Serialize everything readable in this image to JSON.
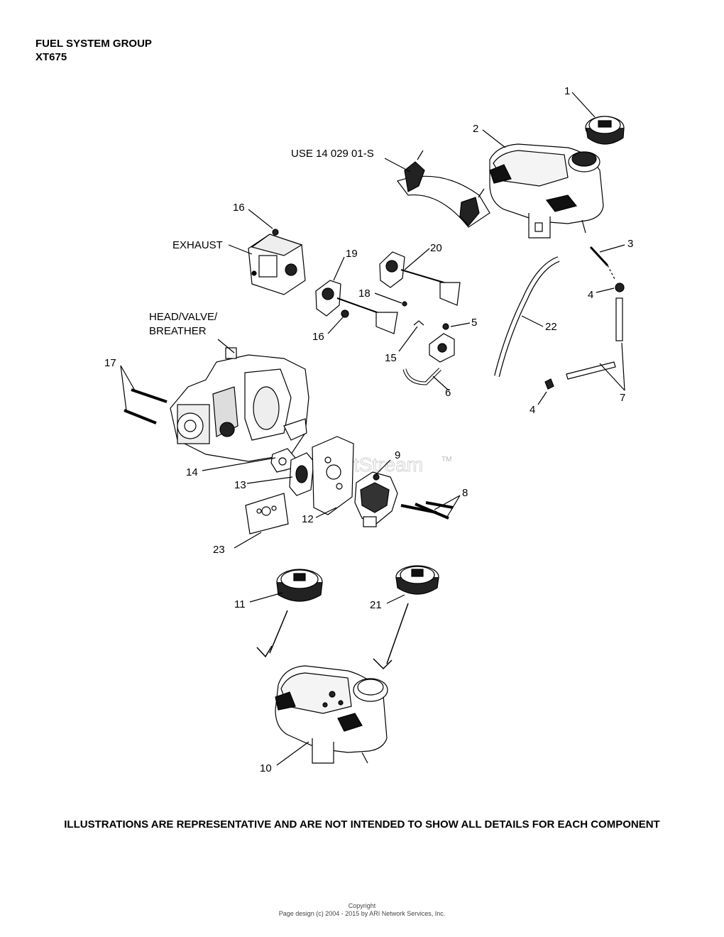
{
  "header": {
    "title": "FUEL SYSTEM GROUP",
    "model": "XT675"
  },
  "callouts": {
    "c1": "1",
    "c2": "2",
    "c3": "3",
    "c4a": "4",
    "c4b": "4",
    "c5": "5",
    "c6": "6",
    "c7": "7",
    "c8": "8",
    "c9": "9",
    "c10": "10",
    "c11": "11",
    "c12": "12",
    "c13": "13",
    "c14": "14",
    "c15": "15",
    "c16a": "16",
    "c16b": "16",
    "c17": "17",
    "c18": "18",
    "c19": "19",
    "c20": "20",
    "c21": "21",
    "c22": "22",
    "c23": "23"
  },
  "annotations": {
    "use_note": "USE 14 029 01-S",
    "exhaust": "EXHAUST",
    "head_line1": "HEAD/VALVE/",
    "head_line2": "BREATHER"
  },
  "watermark": "ARI PartStream",
  "watermark_tm": "TM",
  "footer": {
    "disclaimer": "ILLUSTRATIONS ARE REPRESENTATIVE AND ARE NOT INTENDED TO SHOW ALL DETAILS FOR EACH COMPONENT",
    "copyright_label": "Copyright",
    "copyright_text": "Page design (c) 2004 - 2015 by ARI Network Services, Inc."
  }
}
